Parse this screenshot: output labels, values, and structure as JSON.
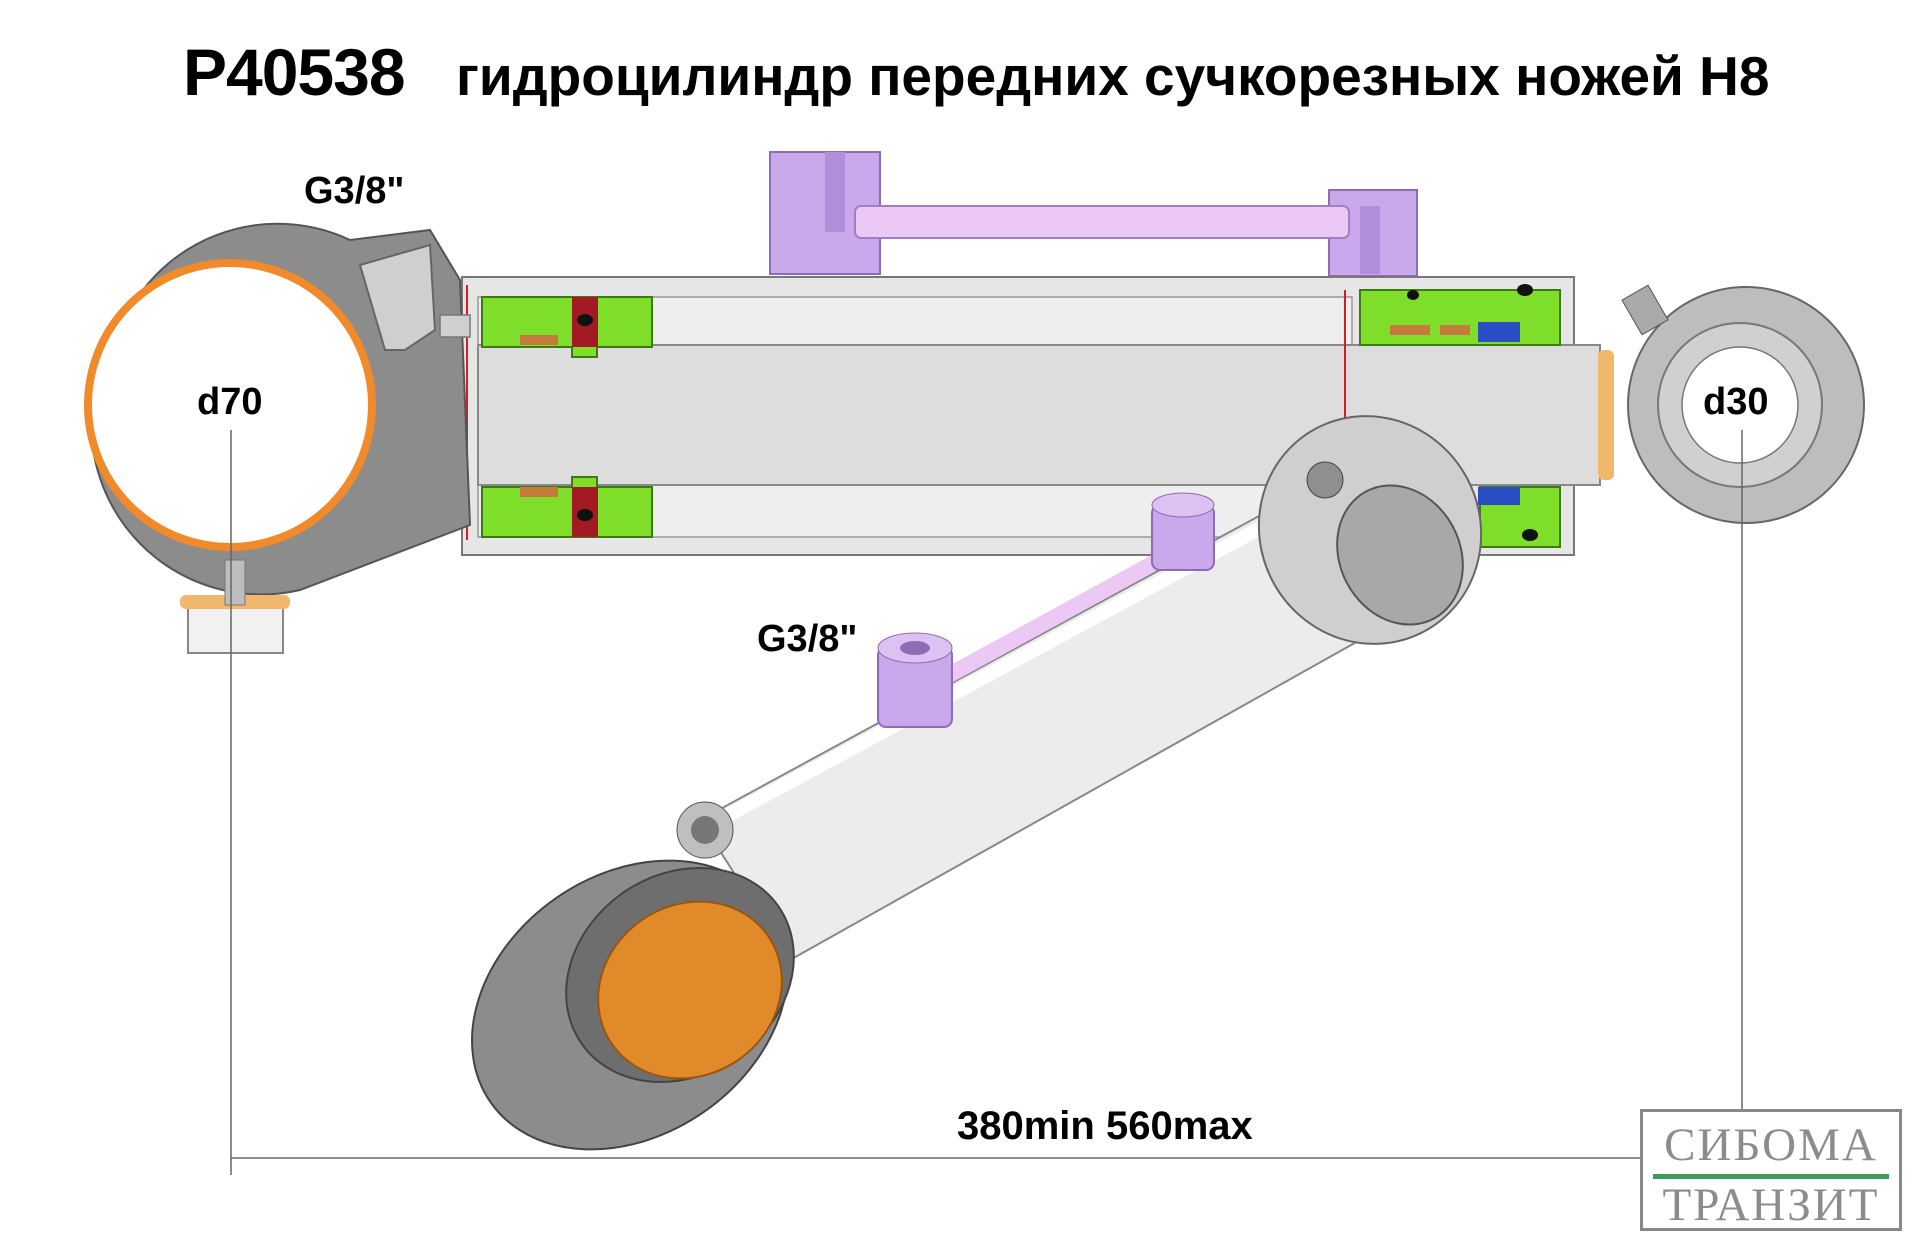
{
  "title": {
    "code": "P40538",
    "name": "гидроцилиндр передних сучкорезных ножей H8"
  },
  "labels": {
    "port_top": "G3/8\"",
    "port_iso": "G3/8\"",
    "bore_left": "d70",
    "bore_right": "d30",
    "stroke": "380min 560max"
  },
  "logo": {
    "line1": "СИБОМА",
    "line2": "ТРАНЗИТ"
  },
  "colors": {
    "body_grey": "#8c8c8c",
    "tube_light": "#e2e2e2",
    "orange_bushing": "#f08a2a",
    "green_piston": "#7ede2a",
    "violet_port": "#c9a8ec",
    "logo_green": "#3f9a62"
  }
}
